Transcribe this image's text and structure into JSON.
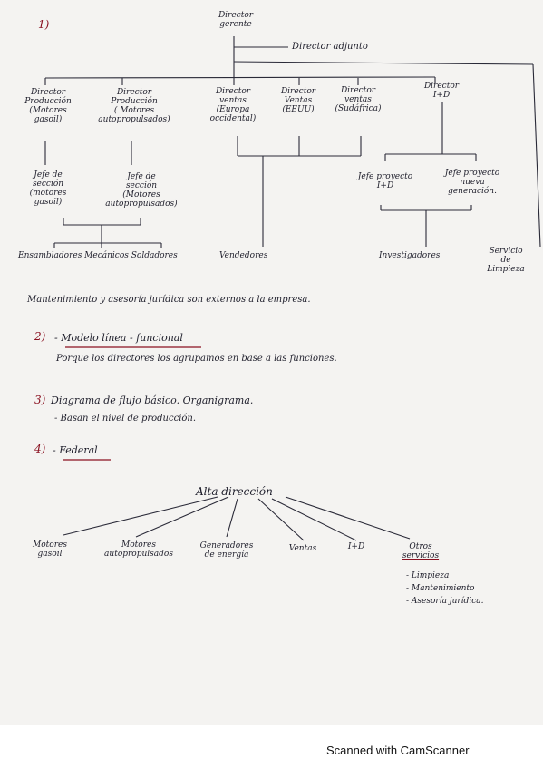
{
  "sections": [
    {
      "number": "1)"
    },
    {
      "number": "2)",
      "title": "- Modelo línea - funcional",
      "text": "Porque los directores los agrupamos en base a las funciones."
    },
    {
      "number": "3)",
      "title": "Diagrama de flujo básico. Organigrama.",
      "text": "- Basan el nivel de producción."
    },
    {
      "number": "4)",
      "title": "- Federal"
    }
  ],
  "orgchart": {
    "director_gerente": "Director\ngerente",
    "director_adjunto": "Director adjunto",
    "directors": [
      "Director\nProducción\n(Motores\ngasoil)",
      "Director\nProducción\n( Motores\nautopropulsados)",
      "Director\nventas\n(Europa\noccidental)",
      "Director\nVentas\n(EEUU)",
      "Director\nventas\n(Sudáfrica)",
      "Director\nI+D"
    ],
    "section_heads": [
      "Jefe de\nsección\n(motores\ngasoil)",
      "Jefe de\nsección\n(Motores\nautopropulsados)"
    ],
    "project_heads": [
      "Jefe proyecto\nI+D",
      "Jefe proyecto\nnueva\ngeneración."
    ],
    "workers": "Ensambladores Mecánicos Soldadores",
    "vendedores": "Vendedores",
    "investigadores": "Investigadores",
    "servicio_limpieza": "Servicio\nde\nLimpieza"
  },
  "notes": {
    "external": "Mantenimiento y asesoría jurídica son externos a la empresa."
  },
  "federal": {
    "root": "Alta dirección",
    "children": [
      "Motores\ngasoil",
      "Motores\nautopropulsados",
      "Generadores\nde energía",
      "Ventas",
      "I+D",
      "Otros\nservicios"
    ],
    "services": [
      "- Limpieza",
      "- Mantenimiento",
      "- Asesoría jurídica."
    ]
  },
  "footer": "Scanned with CamScanner"
}
